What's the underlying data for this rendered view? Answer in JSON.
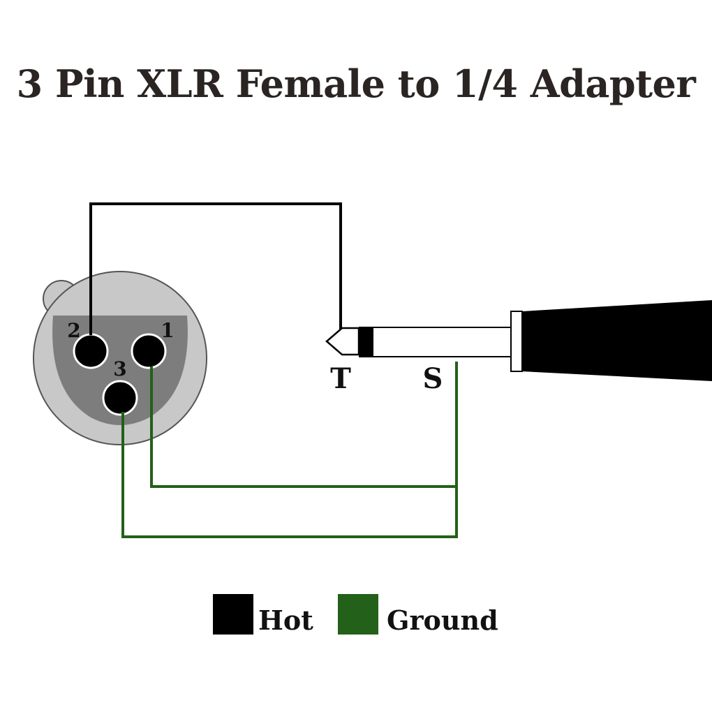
{
  "title": "3 Pin XLR Female to 1/4 Adapter",
  "xlr": {
    "pins": [
      {
        "label": "2"
      },
      {
        "label": "1"
      },
      {
        "label": "3"
      }
    ]
  },
  "plug": {
    "tip_label": "T",
    "sleeve_label": "S"
  },
  "legend": [
    {
      "label": "Hot",
      "color": "#000000"
    },
    {
      "label": "Ground",
      "color": "#236019"
    }
  ],
  "colors": {
    "hot": "#000000",
    "ground": "#236019",
    "xlr_body": "#c8c8c8",
    "xlr_face": "#7d7d7d"
  }
}
